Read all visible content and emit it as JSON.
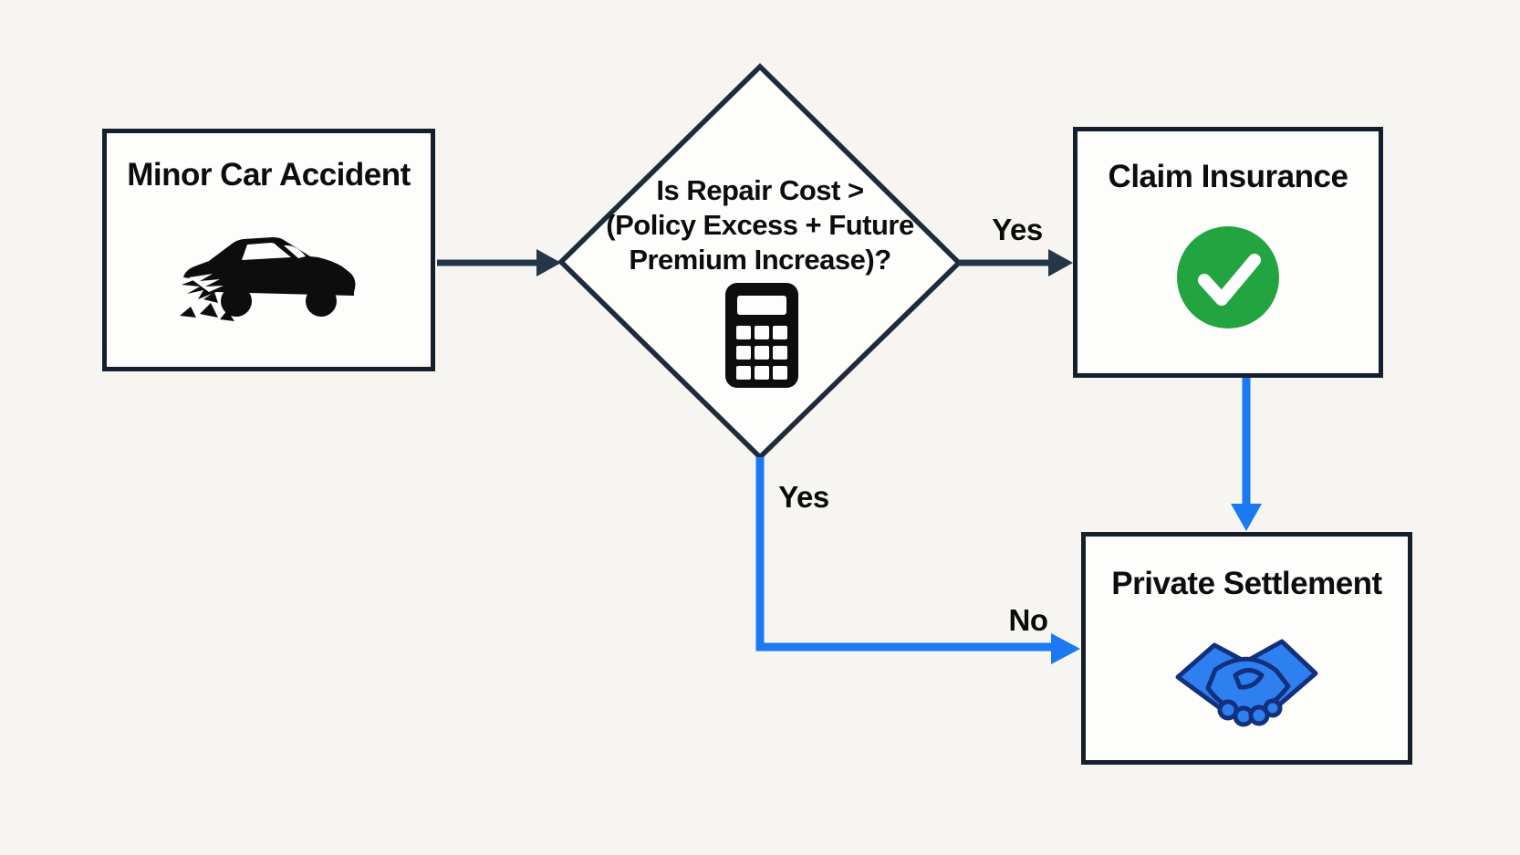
{
  "flowchart": {
    "title": "Minor car accident insurance decision flowchart",
    "nodes": {
      "accident": {
        "title": "Minor Car Accident",
        "icon": "crashed-car-icon"
      },
      "decision": {
        "lines": [
          "Is Repair Cost >",
          "(Policy Excess + Future",
          "Premium Increase)?"
        ],
        "icon": "calculator-icon"
      },
      "claim": {
        "title": "Claim Insurance",
        "icon": "check-circle-icon"
      },
      "settlement": {
        "title": "Private Settlement",
        "icon": "handshake-icon"
      }
    },
    "edges": {
      "accident_to_decision": {
        "label": ""
      },
      "decision_to_claim": {
        "label": "Yes"
      },
      "decision_to_settlement": {
        "label_near_decision": "Yes",
        "label_near_settlement": "No"
      },
      "claim_to_settlement": {
        "label": ""
      }
    },
    "colors": {
      "background": "#f6f5f1",
      "node_fill": "#fdfdfc",
      "node_border": "#161f2d",
      "dark_arrow": "#243648",
      "blue_arrow": "#1b79f1",
      "check_green": "#22a440",
      "handshake_blue": "#2e7ff0",
      "handshake_outline": "#12307c",
      "icon_black": "#0d0d0d"
    }
  }
}
